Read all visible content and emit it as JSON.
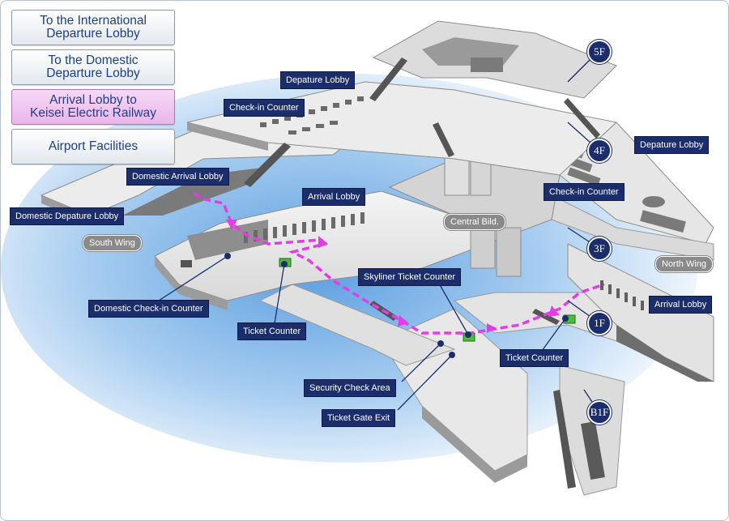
{
  "nav": {
    "international": [
      "To the International",
      "Departure Lobby"
    ],
    "domestic": [
      "To the Domestic",
      "Departure Lobby"
    ],
    "keisei": [
      "Arrival Lobby to",
      "Keisei Electric Railway"
    ],
    "facilities": "Airport Facilities"
  },
  "labels": {
    "depature_lobby_top": "Depature Lobby",
    "checkin_counter_top": "Check-in Counter",
    "domestic_arrival_lobby": "Domestic Arrival Lobby",
    "arrival_lobby_center": "Arrival Lobby",
    "domestic_depature_lobby": "Domestic Depature Lobby",
    "depature_lobby_right": "Depature Lobby",
    "checkin_counter_right": "Check-in Counter",
    "skyliner_ticket_counter": "Skyliner Ticket Counter",
    "domestic_checkin_counter": "Domestic Check-in Counter",
    "ticket_counter_left": "Ticket Counter",
    "ticket_counter_right": "Ticket Counter",
    "arrival_lobby_right": "Arrival Lobby",
    "security_check_area": "Security Check Area",
    "ticket_gate_exit": "Ticket Gate Exit"
  },
  "pills": {
    "central": "Central Bild.",
    "south": "South Wing",
    "north": "North Wing"
  },
  "floors": {
    "f5": "5F",
    "f4": "4F",
    "f3": "3F",
    "f1": "1F",
    "b1": "B1F"
  },
  "colors": {
    "label_bg": "#1b2d6b",
    "route": "#e43ce6",
    "water": "#7fb2e6"
  }
}
